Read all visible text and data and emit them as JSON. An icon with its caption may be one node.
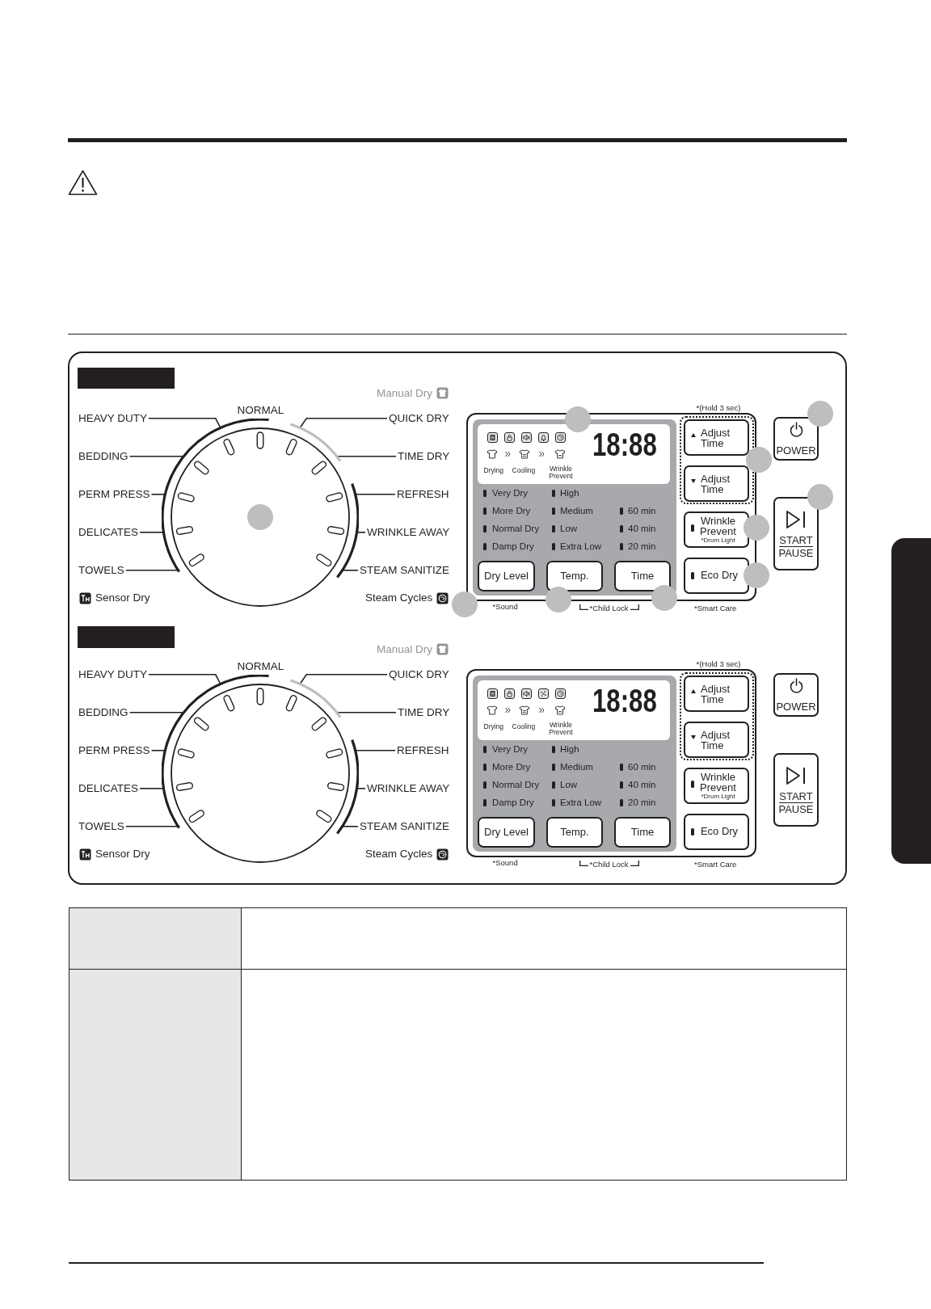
{
  "diagram": {
    "nodes": [
      {
        "text": [],
        "shape": "box"
      },
      {
        "text": [],
        "shape": "bar",
        "in": 0
      },
      {
        "text": [],
        "shape": "circle",
        "in": 0
      },
      {
        "text": [
          "HEAVY DUTY"
        ],
        "in": 0
      },
      {
        "text": [
          "QUICK DRY"
        ],
        "in": 0
      },
      {
        "text": [
          "BEDDING"
        ],
        "in": 0
      },
      {
        "text": [
          "TIME DRY"
        ],
        "in": 0
      },
      {
        "text": [
          "PERM PRESS"
        ],
        "in": 0
      },
      {
        "text": [
          "REFRESH"
        ],
        "in": 0
      },
      {
        "text": [
          "DELICATES"
        ],
        "in": 0
      },
      {
        "text": [
          "WRINKLE AWAY"
        ],
        "in": 0
      },
      {
        "text": [
          "TOWELS"
        ],
        "in": 0
      },
      {
        "text": [
          "STEAM SANITIZE"
        ],
        "in": 0
      },
      {
        "text": [],
        "shape": "box",
        "in": 0
      },
      {
        "text": [
          "Very Dry",
          "High",
          "More Dry",
          "Medium",
          "60 min",
          "Normal Dry",
          "Low",
          "40 min",
          "Damp Dry",
          "Extra Low",
          "20 min"
        ],
        "in": 13
      },
      {
        "text": [
          "18:88",
          "Drying",
          "Cooling",
          "Wrinkle Prevent"
        ],
        "in": 14
      },
      {
        "text": [
          "Dry Level"
        ],
        "beside": [
          "*Sound"
        ],
        "in": 14
      },
      {
        "text": [
          "Temp."
        ],
        "in": 14
      },
      {
        "text": [
          "Time"
        ],
        "in": 14
      },
      {
        "text": [],
        "shape": "box",
        "in": 13
      },
      {
        "text": [
          "Adjust Time"
        ],
        "in": 19
      },
      {
        "text": [
          "Adjust Time"
        ],
        "in": 19
      },
      {
        "text": [
          "Wrinkle Prevent",
          "*Drum Light"
        ],
        "in": 13
      },
      {
        "text": [
          "Eco Dry"
        ],
        "beside": [
          "*Smart Care"
        ],
        "in": 13
      },
      {
        "text": [
          "POWER"
        ],
        "in": 0
      },
      {
        "text": [
          "START",
          "PAUSE"
        ],
        "in": 0
      },
      {
        "text": [],
        "shape": "circle",
        "in": 2
      },
      {
        "text": [],
        "shape": "circle",
        "in": 0
      },
      {
        "text": [],
        "shape": "circle",
        "in": 0
      },
      {
        "text": [],
        "shape": "circle",
        "in": 0
      },
      {
        "text": [],
        "shape": "circle",
        "in": 0
      },
      {
        "text": [],
        "shape": "circle",
        "in": 0
      },
      {
        "text": [],
        "shape": "circle",
        "in": 0
      },
      {
        "text": [],
        "shape": "circle",
        "in": 0
      },
      {
        "text": [],
        "shape": "circle",
        "in": 0
      },
      {
        "text": [],
        "shape": "circle",
        "in": 0
      },
      {
        "text": [],
        "shape": "bar",
        "in": 0
      },
      {
        "text": [],
        "shape": "circle",
        "in": 0
      },
      {
        "text": [
          "HEAVY DUTY"
        ],
        "in": 0
      },
      {
        "text": [
          "QUICK DRY"
        ],
        "in": 0
      },
      {
        "text": [
          "BEDDING"
        ],
        "in": 0
      },
      {
        "text": [
          "TIME DRY"
        ],
        "in": 0
      },
      {
        "text": [
          "PERM PRESS"
        ],
        "in": 0
      },
      {
        "text": [
          "REFRESH"
        ],
        "in": 0
      },
      {
        "text": [
          "DELICATES"
        ],
        "in": 0
      },
      {
        "text": [
          "WRINKLE AWAY"
        ],
        "in": 0
      },
      {
        "text": [
          "TOWELS"
        ],
        "in": 0
      },
      {
        "text": [
          "STEAM SANITIZE"
        ],
        "in": 0
      },
      {
        "text": [],
        "shape": "box",
        "in": 0
      },
      {
        "text": [
          "Very Dry",
          "High",
          "More Dry",
          "Medium",
          "60 min",
          "Normal Dry",
          "Low",
          "40 min",
          "Damp Dry",
          "Extra Low",
          "20 min"
        ],
        "in": 48
      },
      {
        "text": [
          "18:88",
          "Drying",
          "Cooling",
          "Wrinkle Prevent"
        ],
        "in": 49
      },
      {
        "text": [
          "Dry Level"
        ],
        "beside": [
          "*Sound"
        ],
        "in": 49
      },
      {
        "text": [
          "Temp."
        ],
        "in": 49
      },
      {
        "text": [
          "Time"
        ],
        "in": 49
      },
      {
        "text": [],
        "shape": "box",
        "in": 48
      },
      {
        "text": [
          "Adjust Time"
        ],
        "in": 54
      },
      {
        "text": [
          "Adjust Time"
        ],
        "in": 54
      },
      {
        "text": [
          "Wrinkle Prevent",
          "*Drum Light"
        ],
        "in": 48
      },
      {
        "text": [
          "Eco Dry"
        ],
        "beside": [
          "*Smart Care"
        ],
        "in": 48
      },
      {
        "text": [
          "POWER"
        ],
        "in": 0
      },
      {
        "text": [
          "START",
          "PAUSE"
        ],
        "in": 0
      },
      {
        "text": [],
        "shape": "box"
      }
    ],
    "edges": [
      {
        "from": 3,
        "to": 2,
        "arrow": "none"
      },
      {
        "from": 4,
        "to": 2,
        "arrow": "none"
      },
      {
        "from": 5,
        "to": 2,
        "arrow": "none"
      },
      {
        "from": 6,
        "to": 2,
        "arrow": "none"
      },
      {
        "from": 7,
        "to": 2,
        "arrow": "none"
      },
      {
        "from": 8,
        "to": 2,
        "arrow": "none"
      },
      {
        "from": 9,
        "to": 2,
        "arrow": "none"
      },
      {
        "from": 10,
        "to": 2,
        "arrow": "none"
      },
      {
        "from": 11,
        "to": 2,
        "arrow": "none"
      },
      {
        "from": 12,
        "to": 2,
        "arrow": "none"
      },
      {
        "from": 38,
        "to": 37,
        "arrow": "none"
      },
      {
        "from": 39,
        "to": 37,
        "arrow": "none"
      },
      {
        "from": 40,
        "to": 37,
        "arrow": "none"
      },
      {
        "from": 41,
        "to": 37,
        "arrow": "none"
      },
      {
        "from": 42,
        "to": 37,
        "arrow": "none"
      },
      {
        "from": 43,
        "to": 37,
        "arrow": "none"
      },
      {
        "from": 44,
        "to": 37,
        "arrow": "none"
      },
      {
        "from": 45,
        "to": 37,
        "arrow": "none"
      },
      {
        "from": 46,
        "to": 37,
        "arrow": "none"
      },
      {
        "from": 47,
        "to": 37,
        "arrow": "none"
      }
    ],
    "labels": [
      "Manual Dry",
      "*(Hold 3 sec)",
      "NORMAL",
      "Sensor Dry",
      "Steam Cycles",
      "*Child Lock",
      "Manual Dry",
      "*(Hold 3 sec)",
      "NORMAL",
      "Sensor Dry",
      "Steam Cycles",
      "*Child Lock"
    ]
  }
}
